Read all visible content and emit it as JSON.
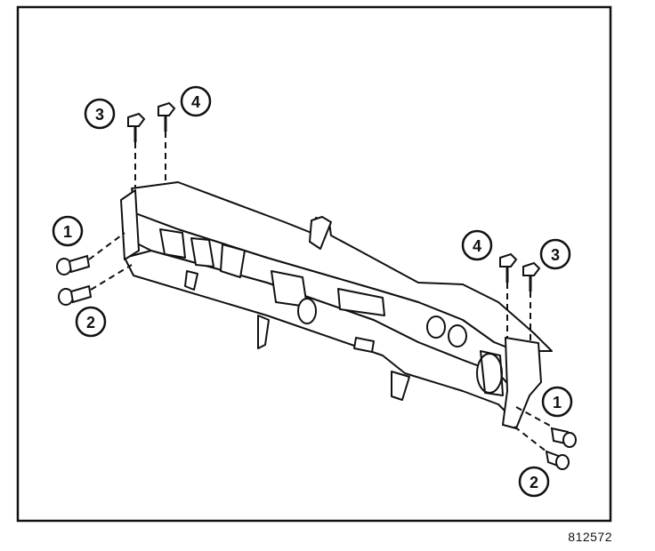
{
  "figure": {
    "reference_number": "812572",
    "callouts": {
      "left_top_a": "3",
      "left_top_b": "4",
      "left_side_a": "1",
      "left_side_b": "2",
      "right_top_a": "4",
      "right_top_b": "3",
      "right_side_a": "1",
      "right_side_b": "2"
    },
    "colors": {
      "line": "#111111",
      "background": "#ffffff"
    }
  }
}
